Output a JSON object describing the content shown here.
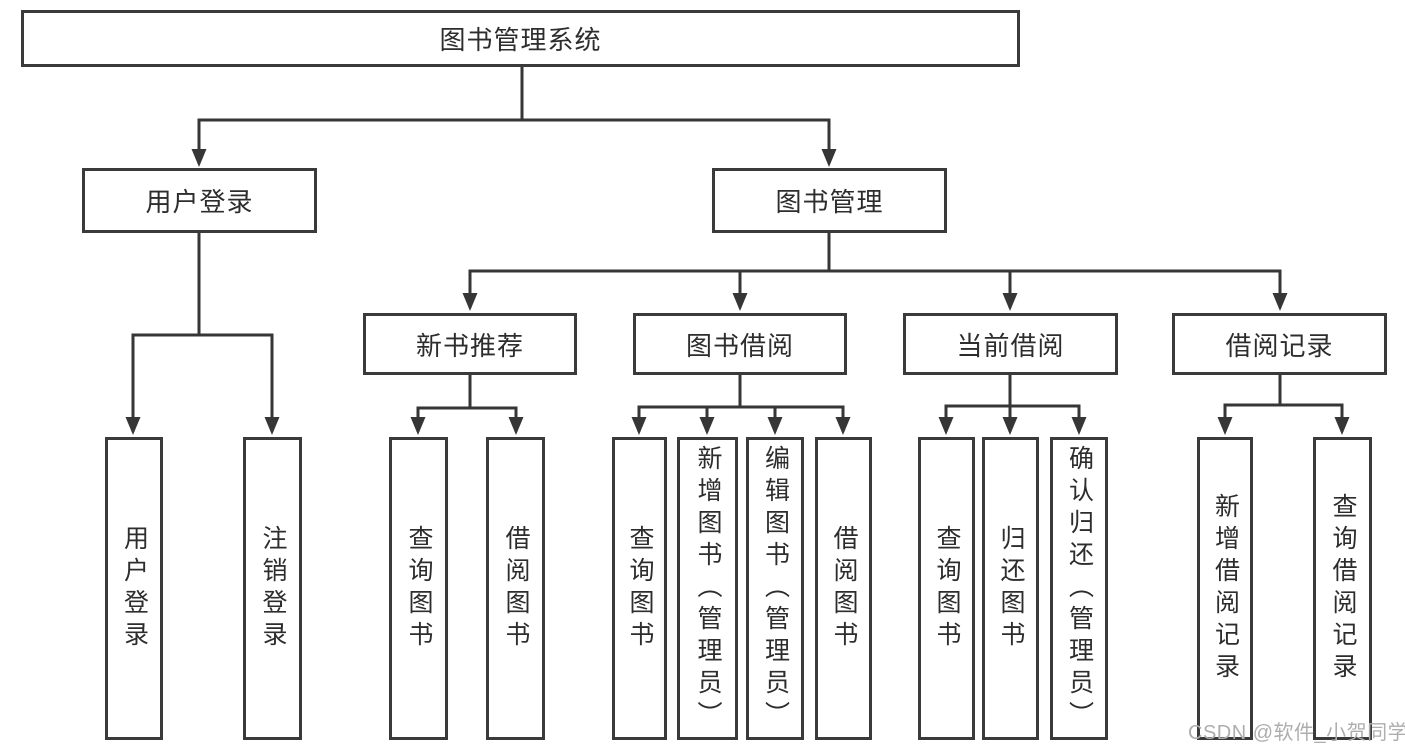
{
  "diagram": {
    "nodes": {
      "root": "图书管理系统",
      "user_login": "用户登录",
      "book_mgmt": "图书管理",
      "new_book": "新书推荐",
      "book_borrow": "图书借阅",
      "current_borrow": "当前借阅",
      "borrow_record": "借阅记录"
    },
    "leaves": {
      "user_login": [
        "用户登录",
        "注销登录"
      ],
      "new_book": [
        "查询图书",
        "借阅图书"
      ],
      "book_borrow": [
        "查询图书",
        "新增图书（管理员）",
        "编辑图书（管理员）",
        "借阅图书"
      ],
      "current_borrow": [
        "查询图书",
        "归还图书",
        "确认归还（管理员）"
      ],
      "borrow_record": [
        "新增借阅记录",
        "查询借阅记录"
      ]
    }
  },
  "watermark": "CSDN @软件_小贺同学",
  "colors": {
    "line": "#363636",
    "box_border": "#3a3a3a",
    "text": "#2d2d2d",
    "watermark": "#aeaeae",
    "background": "#ffffff"
  }
}
